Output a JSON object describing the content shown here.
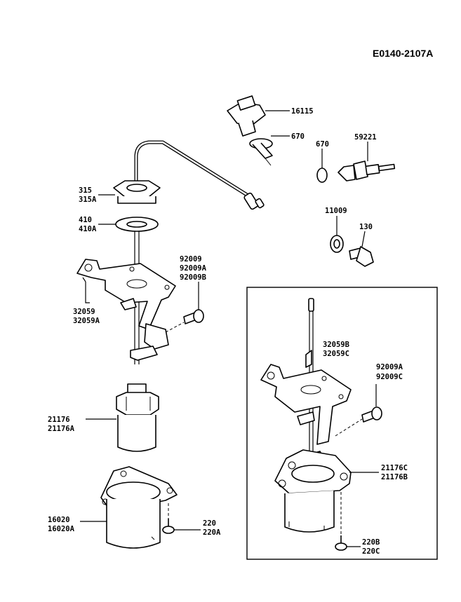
{
  "diagram": {
    "code": "E0140-2107A",
    "callouts": [
      {
        "id": "c-16115",
        "lines": [
          "16115"
        ]
      },
      {
        "id": "c-670a",
        "lines": [
          "670"
        ]
      },
      {
        "id": "c-670b",
        "lines": [
          "670"
        ]
      },
      {
        "id": "c-59221",
        "lines": [
          "59221"
        ]
      },
      {
        "id": "c-315",
        "lines": [
          "315",
          "315A"
        ]
      },
      {
        "id": "c-410",
        "lines": [
          "410",
          "410A"
        ]
      },
      {
        "id": "c-11009",
        "lines": [
          "11009"
        ]
      },
      {
        "id": "c-130",
        "lines": [
          "130"
        ]
      },
      {
        "id": "c-92009",
        "lines": [
          "92009",
          "92009A",
          "92009B"
        ]
      },
      {
        "id": "c-32059",
        "lines": [
          "32059",
          "32059A"
        ]
      },
      {
        "id": "c-32059b",
        "lines": [
          "32059B",
          "32059C"
        ]
      },
      {
        "id": "c-92009a",
        "lines": [
          "92009A",
          "92009C"
        ]
      },
      {
        "id": "c-21176",
        "lines": [
          "21176",
          "21176A"
        ]
      },
      {
        "id": "c-21176c",
        "lines": [
          "21176C",
          "21176B"
        ]
      },
      {
        "id": "c-16020",
        "lines": [
          "16020",
          "16020A"
        ]
      },
      {
        "id": "c-220",
        "lines": [
          "220",
          "220A"
        ]
      },
      {
        "id": "c-220b",
        "lines": [
          "220B",
          "220C"
        ]
      }
    ]
  }
}
